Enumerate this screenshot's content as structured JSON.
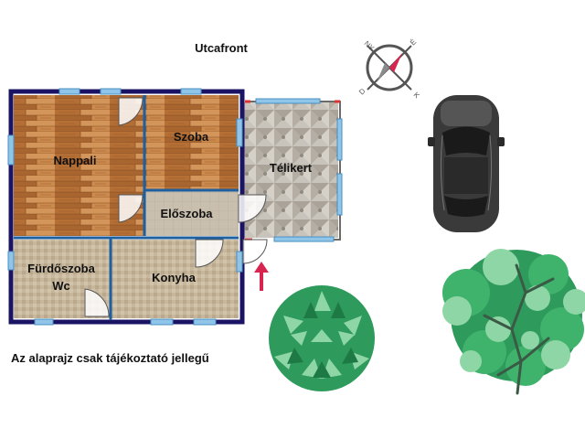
{
  "header": {
    "street_label": "Utcafront"
  },
  "compass": {
    "letters": [
      "NY",
      "É",
      "D",
      "K"
    ]
  },
  "rooms": [
    {
      "id": "nappali",
      "label": "Nappali"
    },
    {
      "id": "szoba",
      "label": "Szoba"
    },
    {
      "id": "telikert",
      "label": "Télikert"
    },
    {
      "id": "eloszoba",
      "label": "Előszoba"
    },
    {
      "id": "furdoszoba",
      "label": "Fürdőszoba"
    },
    {
      "id": "wc",
      "label": "Wc"
    },
    {
      "id": "konyha",
      "label": "Konyha"
    }
  ],
  "footer": {
    "disclaimer": "Az alaprajz csak tájékoztató jellegű"
  },
  "colors": {
    "wall": "#1b1464",
    "window": "#7ab8e0",
    "wood_light": "#c98a4a",
    "wood_dark": "#9a5a28",
    "tile": "#c2b298",
    "paving": "#bdb7ae",
    "entrance_arrow": "#d8254f",
    "tree_green": "#2e9b5c",
    "tree_light": "#8fd6a6",
    "car": "#3a3a3a"
  },
  "icons": [
    "compass-icon",
    "car-icon",
    "tree-icon",
    "bush-icon",
    "entrance-arrow-icon"
  ]
}
